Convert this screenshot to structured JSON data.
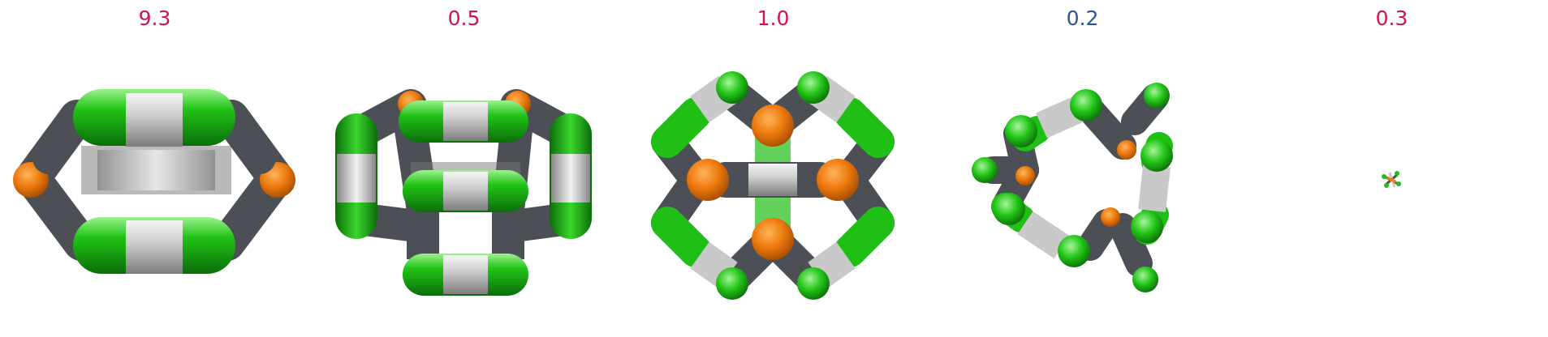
{
  "panels": [
    {
      "label": "9.3",
      "label_color": "#d1144d"
    },
    {
      "label": "0.5",
      "label_color": "#d1144d"
    },
    {
      "label": "1.0",
      "label_color": "#d1144d"
    },
    {
      "label": "0.2",
      "label_color": "#2e5592"
    },
    {
      "label": "0.3",
      "label_color": "#d1144d"
    }
  ],
  "colors": {
    "green": "#1fbf15",
    "green_dark": "#0c7d09",
    "gray_light": "#d9d9d9",
    "gray_mid": "#9a9a9a",
    "gray_dark": "#4c4f55",
    "orange": "#ee7b0e",
    "orange_dark": "#b35404"
  }
}
